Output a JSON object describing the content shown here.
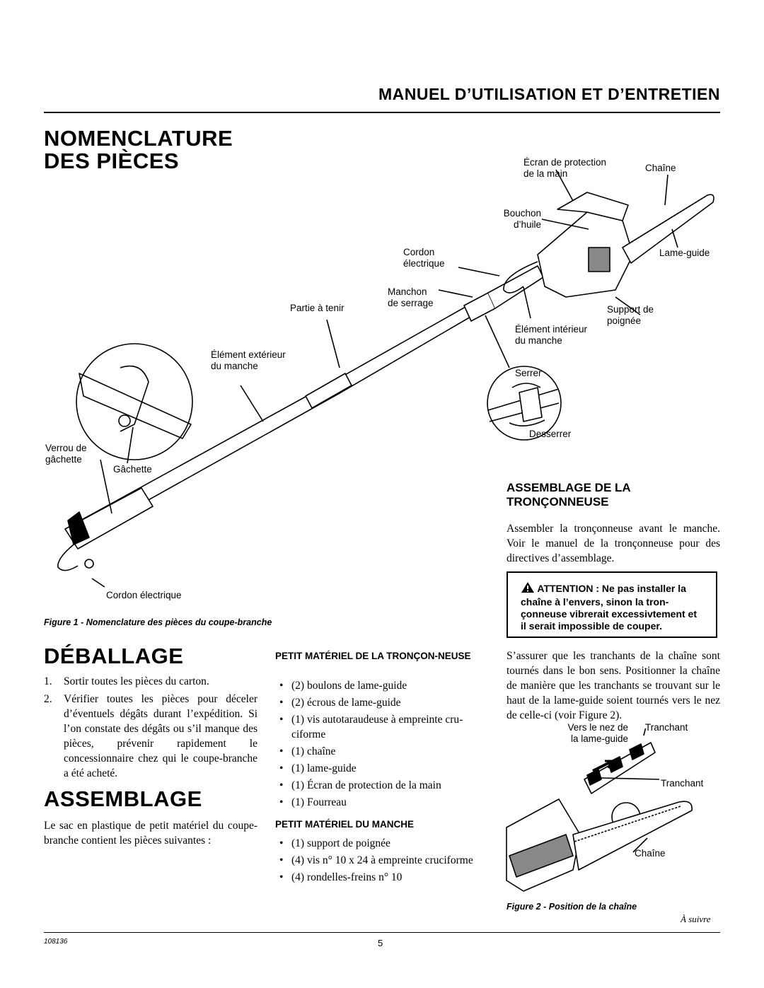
{
  "header": {
    "title": "MANUEL D’UTILISATION ET D’ENTRETIEN"
  },
  "sections": {
    "nomenclature": {
      "title_line1": "NOMENCLATURE",
      "title_line2": "DES PIÈCES"
    },
    "deballage": {
      "title": "DÉBALLAGE",
      "steps": [
        {
          "num": "1.",
          "text": "Sortir toutes les pièces du carton."
        },
        {
          "num": "2.",
          "text": "Vérifier toutes les pièces pour déceler d’éventuels dégâts durant l’expédition. Si l’on constate des dégâts ou s’il man­que des pièces, prévenir rapidement le concessionnaire chez qui le coupe-branche a été acheté."
        }
      ]
    },
    "assemblage": {
      "title": "ASSEMBLAGE",
      "intro": "Le sac en plastique de petit matériel du coupe-branche contient les pièces suivantes :"
    },
    "petit_tronconneuse": {
      "title": "PETIT MATÉRIEL DE LA TRONÇON-NEUSE",
      "items": [
        "(2) boulons de lame-guide",
        "(2) écrous de lame-guide",
        "(1) vis autotaraudeuse à empreinte cru­ciforme",
        "(1) chaîne",
        "(1) lame-guide",
        "(1) Écran de protection de la main",
        "(1) Fourreau"
      ]
    },
    "petit_manche": {
      "title": "PETIT MATÉRIEL DU MANCHE",
      "items": [
        "(1) support de poignée",
        "(4) vis n° 10 x 24 à empreinte cruciforme",
        "(4) rondelles-freins n° 10"
      ]
    },
    "assemblage_tronconneuse": {
      "title_line1": "ASSEMBLAGE DE LA",
      "title_line2": "TRONÇONNEUSE",
      "text": "Assembler la tronçonneuse avant le man­che. Voir le manuel de la tronçonneuse pour des directives d’assemblage.",
      "warning": "ATTENTION : Ne pas installer la chaîne à l’envers, sinon la tron­çonneuse vibrerait excessivtement et il serait impossible de couper.",
      "text2": "S’assurer que les tranchants de la chaîne sont tournés dans le bon sens. Positionner la chaîne de manière que les tranchants se trouvant sur le haut de la lame-guide soient tournés vers le nez de celle-ci (voir Figure 2)."
    }
  },
  "figure1": {
    "caption": "Figure 1 - Nomenclature des pièces du coupe-branche",
    "labels": {
      "ecran_l1": "Écran de protection",
      "ecran_l2": "de la main",
      "chaine": "Chaîne",
      "bouchon_l1": "Bouchon",
      "bouchon_l2": "d’huile",
      "cordon_l1": "Cordon",
      "cordon_l2": "électrique",
      "lame_guide": "Lame-guide",
      "manchon_l1": "Manchon",
      "manchon_l2": "de serrage",
      "partie": "Partie à tenir",
      "support_l1": "Support de",
      "support_l2": "poignée",
      "element_int_l1": "Élément intérieur",
      "element_int_l2": "du manche",
      "element_ext_l1": "Élément extérieur",
      "element_ext_l2": "du manche",
      "serrer": "Serrer",
      "desserrer": "Desserrer",
      "verrou_l1": "Verrou de",
      "verrou_l2": "gâchette",
      "gachette": "Gâchette",
      "cordon_bas": "Cordon électrique"
    }
  },
  "figure2": {
    "caption": "Figure 2 - Position de la chaîne",
    "labels": {
      "vers_l1": "Vers le nez de",
      "vers_l2": "la lame-guide",
      "tranchant1": "Tranchant",
      "tranchant2": "Tranchant",
      "chaine": "Chaîne"
    }
  },
  "footer": {
    "a_suivre": "À suivre",
    "doc_num": "108136",
    "page": "5"
  }
}
